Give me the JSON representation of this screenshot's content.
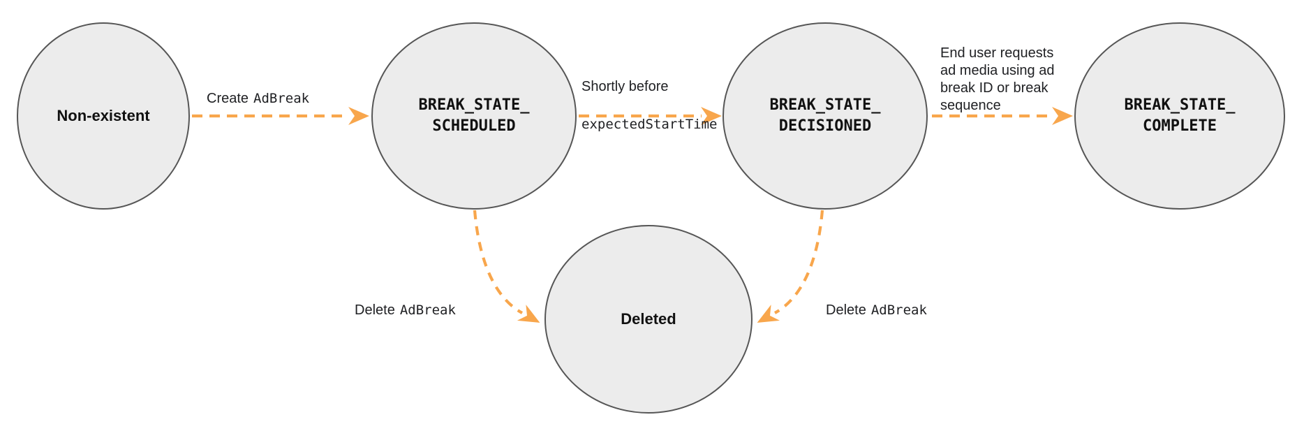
{
  "style": {
    "background": "#ffffff",
    "node_fill": "#ececec",
    "node_border": "#565656",
    "arrow_color": "#f8a64c",
    "label_text_color": "#202124",
    "node_text_color": "#111111"
  },
  "nodes": [
    {
      "id": "non-existent",
      "label": "Non-existent"
    },
    {
      "id": "break-state-scheduled",
      "label": "BREAK_STATE_\nSCHEDULED"
    },
    {
      "id": "break-state-decisioned",
      "label": "BREAK_STATE_\nDECISIONED"
    },
    {
      "id": "break-state-complete",
      "label": "BREAK_STATE_\nCOMPLETE"
    },
    {
      "id": "deleted",
      "label": "Deleted"
    }
  ],
  "edges": [
    {
      "from": "non-existent",
      "to": "break-state-scheduled",
      "label_plain": "Create",
      "label_code": "AdBreak"
    },
    {
      "from": "break-state-scheduled",
      "to": "break-state-decisioned",
      "label_plain": "Shortly before",
      "label_code": "expectedStartTime"
    },
    {
      "from": "break-state-decisioned",
      "to": "break-state-complete",
      "label_plain": "End user requests\nad media using ad\nbreak ID or break\nsequence"
    },
    {
      "from": "break-state-scheduled",
      "to": "deleted",
      "label_plain": "Delete",
      "label_code": "AdBreak"
    },
    {
      "from": "break-state-decisioned",
      "to": "deleted",
      "label_plain": "Delete",
      "label_code": "AdBreak"
    }
  ]
}
